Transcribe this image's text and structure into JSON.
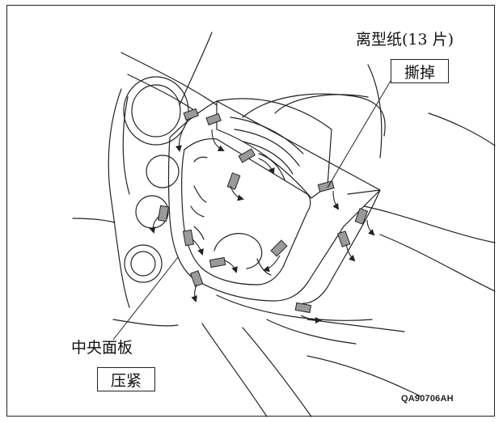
{
  "labels": {
    "release_paper": "离型纸(13 片)",
    "tear_off": "撕掉",
    "center_panel": "中央面板",
    "press": "压紧"
  },
  "figure_code": "QA90706AH",
  "colors": {
    "line": "#222222",
    "tab_fill": "#9a9a9a",
    "background": "#ffffff"
  }
}
